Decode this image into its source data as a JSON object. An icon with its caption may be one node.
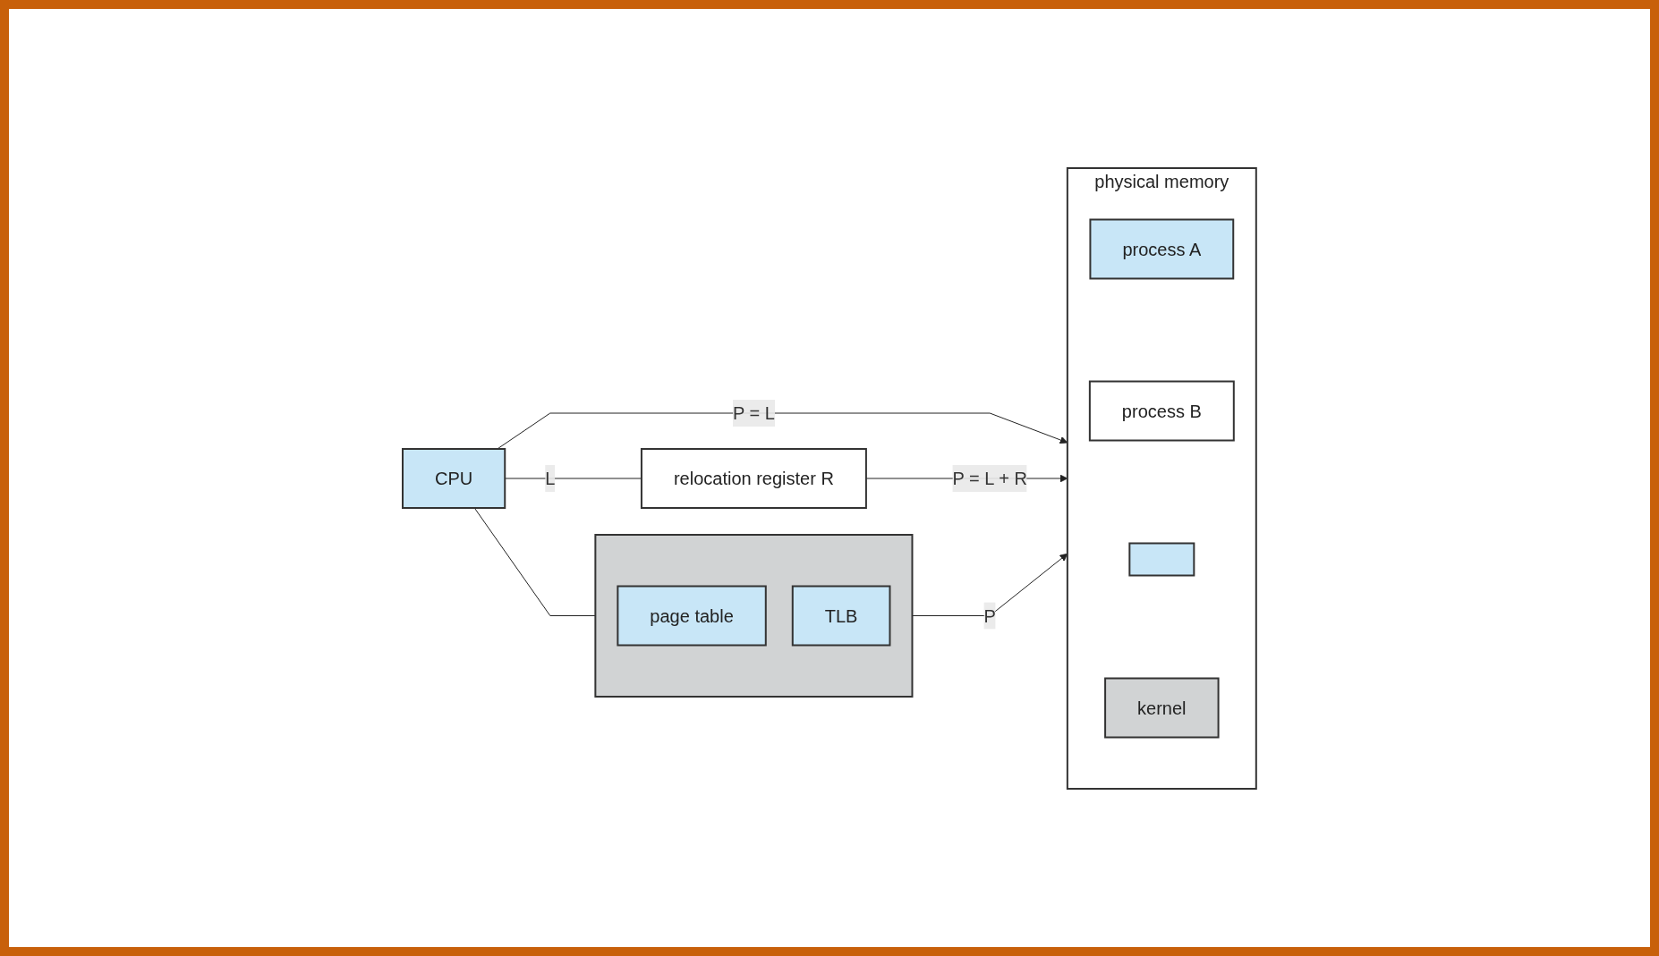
{
  "diagram": {
    "nodes": [
      {
        "text": [
          "CPU"
        ]
      },
      {
        "text": [
          "physical memory"
        ]
      },
      {
        "text": [
          "process A"
        ],
        "in": 1
      },
      {
        "text": [
          "process B"
        ],
        "in": 1
      },
      {
        "text": [],
        "shape": "box",
        "in": 1
      },
      {
        "text": [
          "kernel"
        ],
        "in": 1
      },
      {
        "text": [
          "relocation register R"
        ]
      },
      {
        "text": [],
        "shape": "box"
      },
      {
        "text": [
          "page table"
        ],
        "in": 7
      },
      {
        "text": [
          "TLB"
        ],
        "in": 7
      }
    ],
    "edges": [
      {
        "from": 0,
        "to": 1,
        "arrow": "to",
        "label": "P = L"
      },
      {
        "from": 0,
        "to": 6,
        "arrow": "none",
        "label": "L"
      },
      {
        "from": 0,
        "to": 7,
        "arrow": "none"
      },
      {
        "from": 6,
        "to": 1,
        "arrow": "to",
        "label": "P = L + R"
      },
      {
        "from": 7,
        "to": 1,
        "arrow": "to",
        "label": "P"
      }
    ]
  }
}
